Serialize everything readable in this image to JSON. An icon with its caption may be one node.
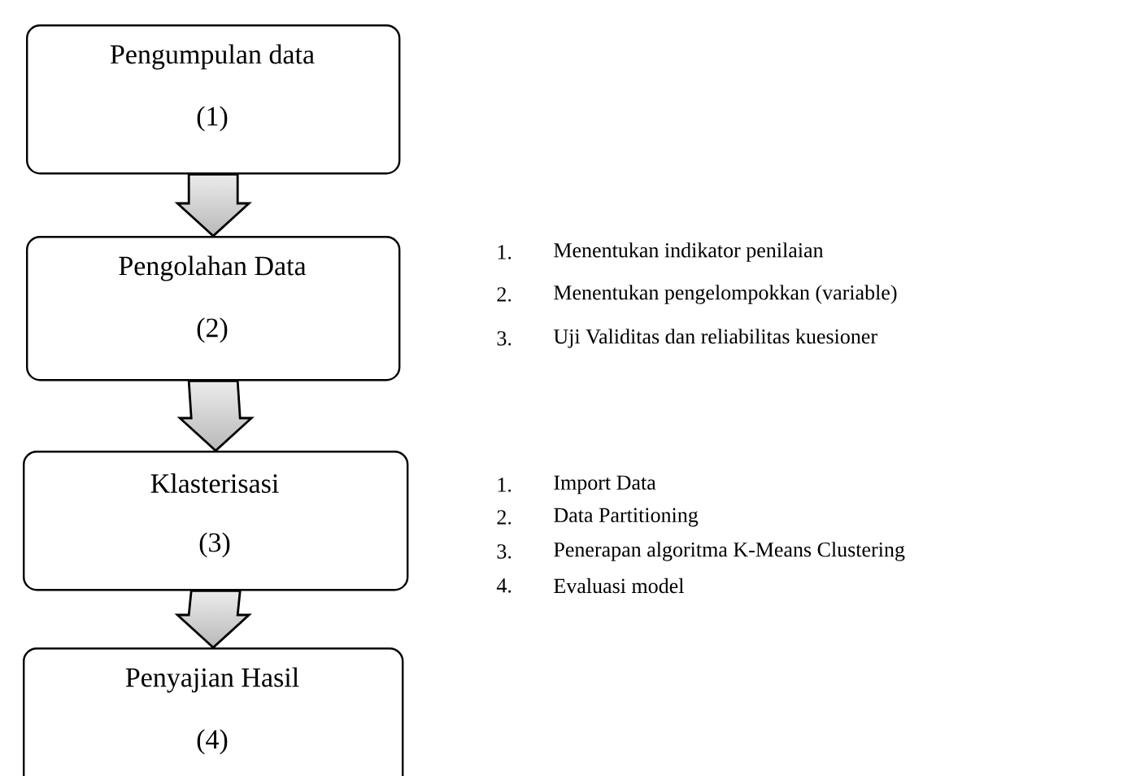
{
  "diagram": {
    "nodes": [
      {
        "text": [
          "Pengumpulan data",
          "(1)"
        ]
      },
      {
        "text": [
          "Pengolahan Data",
          "(2)"
        ]
      },
      {
        "text": [
          "Klasterisasi",
          "(3)"
        ]
      },
      {
        "text": [
          "Penyajian Hasil",
          "(4)"
        ]
      }
    ],
    "edges": [
      {
        "from": 0,
        "to": 1,
        "arrow": "to"
      },
      {
        "from": 1,
        "to": 2,
        "arrow": "to"
      },
      {
        "from": 2,
        "to": 3,
        "arrow": "to"
      }
    ],
    "labels": [
      "1.",
      "Menentukan indikator penilaian",
      "2.",
      "Menentukan pengelompokkan (variable)",
      "3.",
      "Uji Validitas dan reliabilitas kuesioner",
      "1.",
      "Import Data",
      "2.",
      "Data Partitioning",
      "3.",
      "Penerapan algoritma K-Means Clustering",
      "4.",
      "Evaluasi model"
    ]
  }
}
